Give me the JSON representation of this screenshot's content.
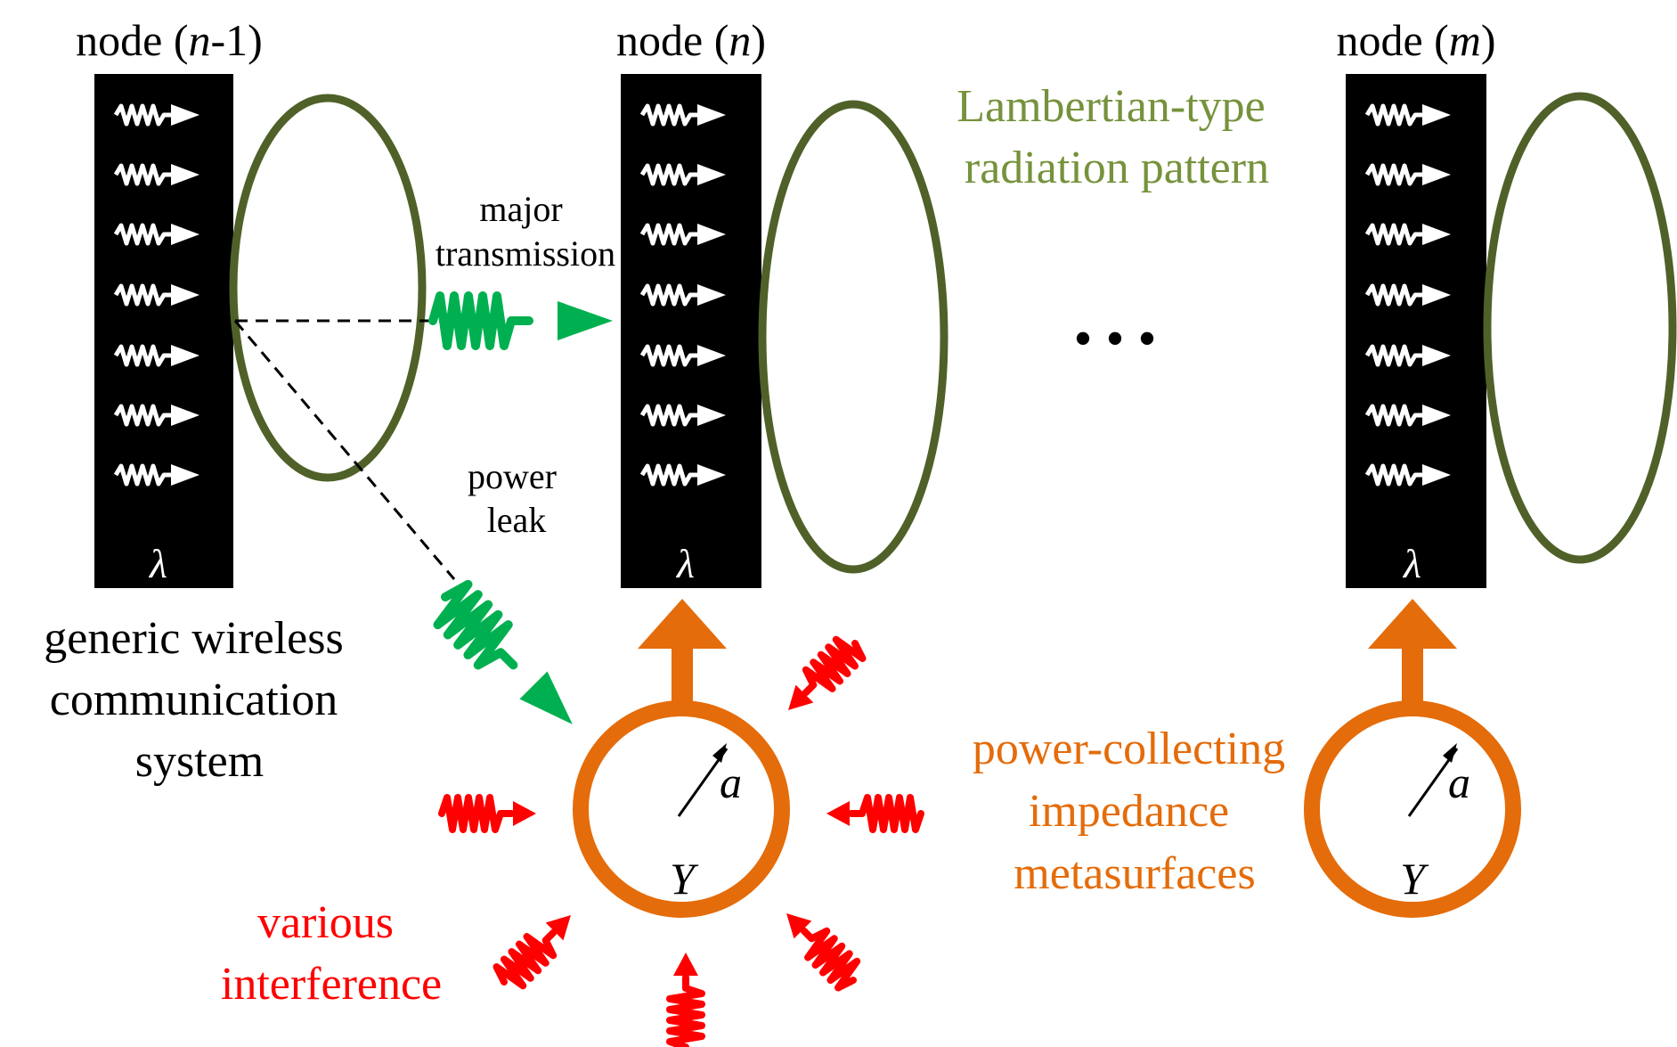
{
  "colors": {
    "olive": "#4f6128",
    "olive_text": "#76923c",
    "orange": "#e46c0a",
    "green": "#00b050",
    "red": "#ff0000",
    "black": "#000000",
    "white": "#ffffff"
  },
  "nodes": [
    {
      "prefix": "node (",
      "index": "n",
      "suffix": "-1)",
      "lambda": "λ"
    },
    {
      "prefix": "node (",
      "index": "n",
      "suffix": ")",
      "lambda": "λ"
    },
    {
      "prefix": "node (",
      "index": "m",
      "suffix": ")",
      "lambda": "λ"
    }
  ],
  "labels": {
    "system": [
      "generic wireless",
      "communication",
      "system"
    ],
    "major": [
      "major",
      "transmission"
    ],
    "leak": [
      "power",
      "leak"
    ],
    "lambertian": [
      "Lambertian-type",
      "radiation pattern"
    ],
    "collector": [
      "power-collecting",
      "impedance",
      "metasurfaces"
    ],
    "interference": [
      "various",
      "interference"
    ]
  },
  "ring_symbols": {
    "radius": "a",
    "admittance": "Y"
  },
  "ellipsis": "• • •"
}
